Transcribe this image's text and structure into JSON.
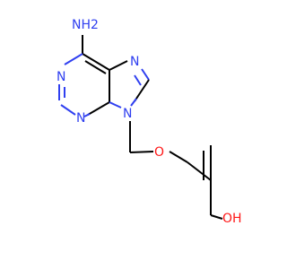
{
  "molecule": {
    "atoms": {
      "nh2": "NH2",
      "n1": "N",
      "n3": "N",
      "n7": "N",
      "n9": "N",
      "o_ether": "O",
      "oh": "OH"
    },
    "colors": {
      "bond": "#000000",
      "nitrogen": "#2f3ff0",
      "oxygen": "#ff1717",
      "background": "#ffffff"
    }
  }
}
